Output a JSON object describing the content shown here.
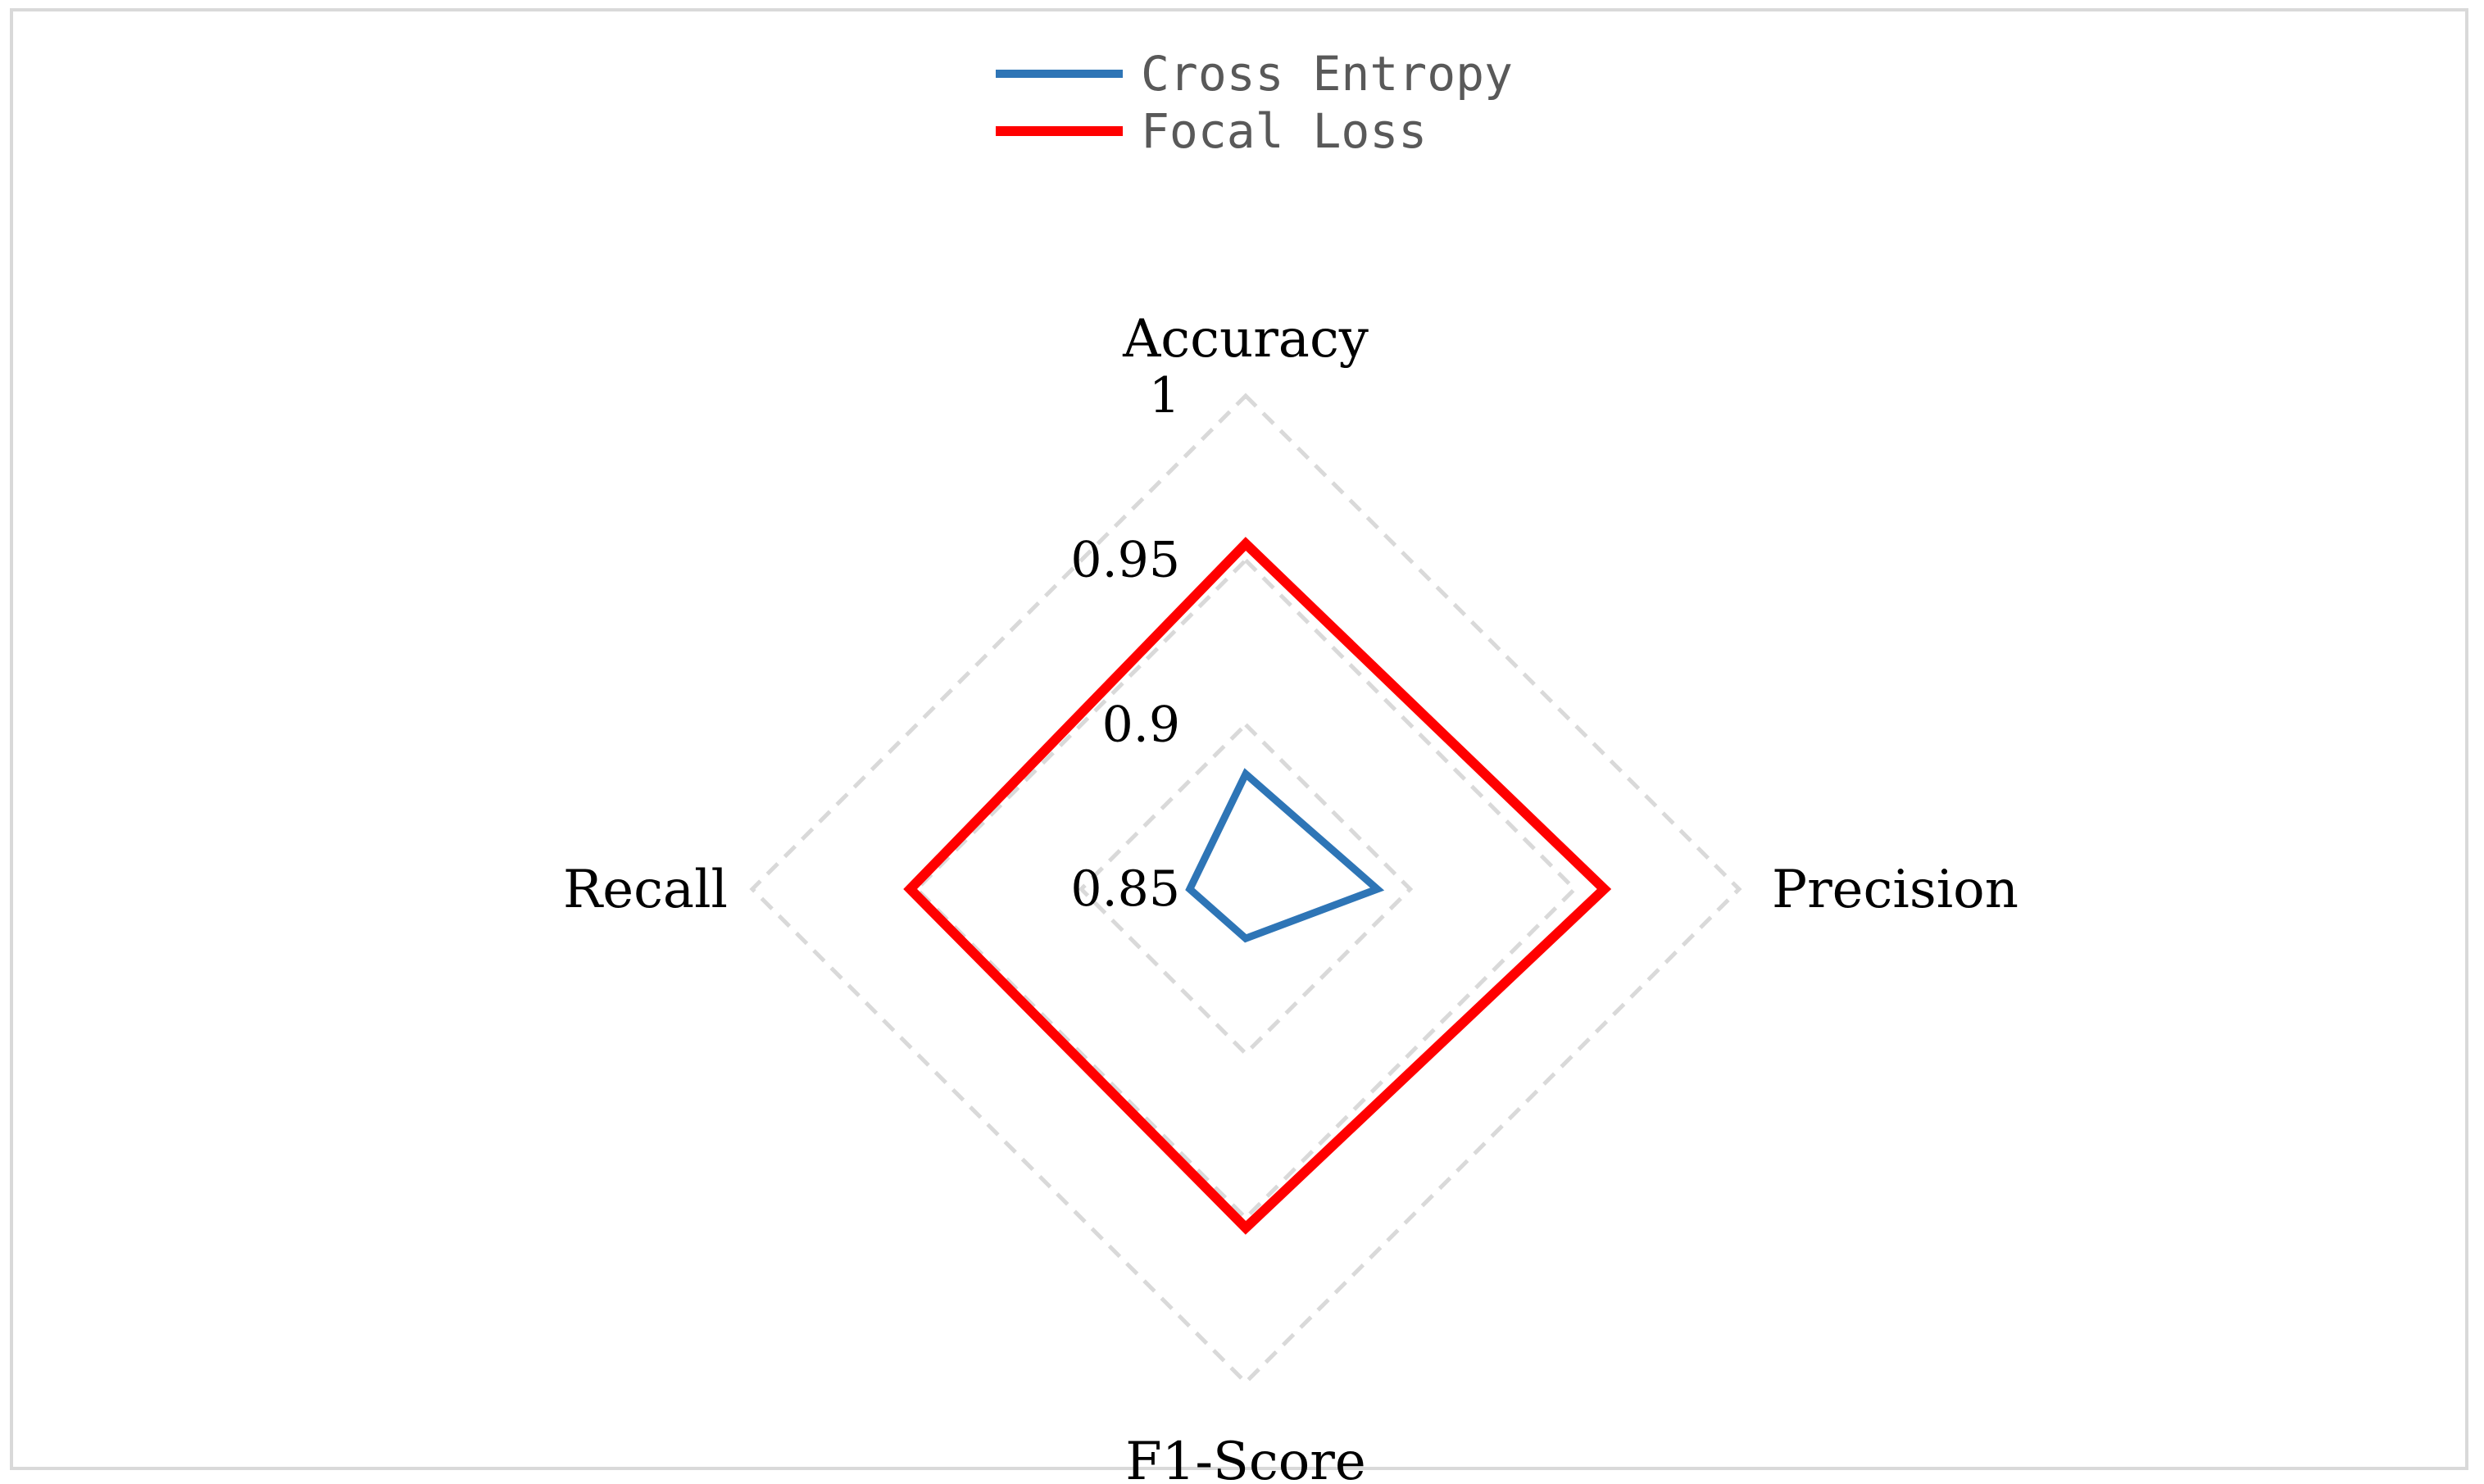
{
  "chart_data": {
    "type": "radar",
    "axes": [
      "Accuracy",
      "Precision",
      "F1-Score",
      "Recall"
    ],
    "radial_ticks": [
      "0.85",
      "0.9",
      "0.95",
      "1"
    ],
    "rlim": [
      0.85,
      1.0
    ],
    "series": [
      {
        "name": "Cross Entropy",
        "color": "#2e75b6",
        "values": [
          0.885,
          0.89,
          0.865,
          0.867
        ]
      },
      {
        "name": "Focal Loss",
        "color": "#ff0000",
        "values": [
          0.955,
          0.959,
          0.953,
          0.952
        ]
      }
    ],
    "grid": true,
    "grid_color": "#d9d9d9",
    "legend_position": "top-center"
  }
}
